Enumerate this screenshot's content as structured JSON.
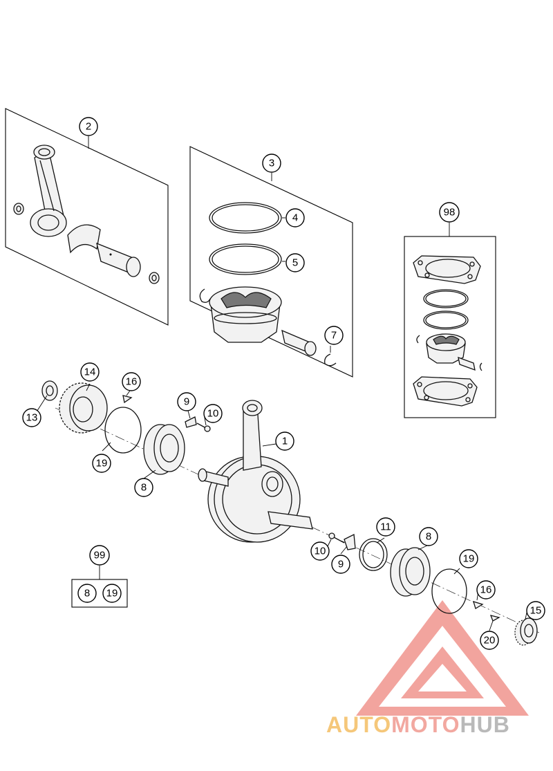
{
  "callouts": {
    "c1": "1",
    "c2": "2",
    "c3": "3",
    "c4": "4",
    "c5": "5",
    "c7": "7",
    "c8a": "8",
    "c8b": "8",
    "c8k": "8",
    "c9a": "9",
    "c9b": "9",
    "c10a": "10",
    "c10b": "10",
    "c11": "11",
    "c13": "13",
    "c14": "14",
    "c15": "15",
    "c16a": "16",
    "c16b": "16",
    "c19a": "19",
    "c19b": "19",
    "c19k": "19",
    "c20": "20",
    "c98": "98",
    "c99": "99"
  },
  "watermark": {
    "part1": "AUTO",
    "part2": "MOTO",
    "part3": "HUB",
    "colors": {
      "auto": "#f5c77a",
      "moto": "#f2a8a0",
      "hub": "#b9b9b9",
      "triangle": "#e85a4f"
    }
  }
}
